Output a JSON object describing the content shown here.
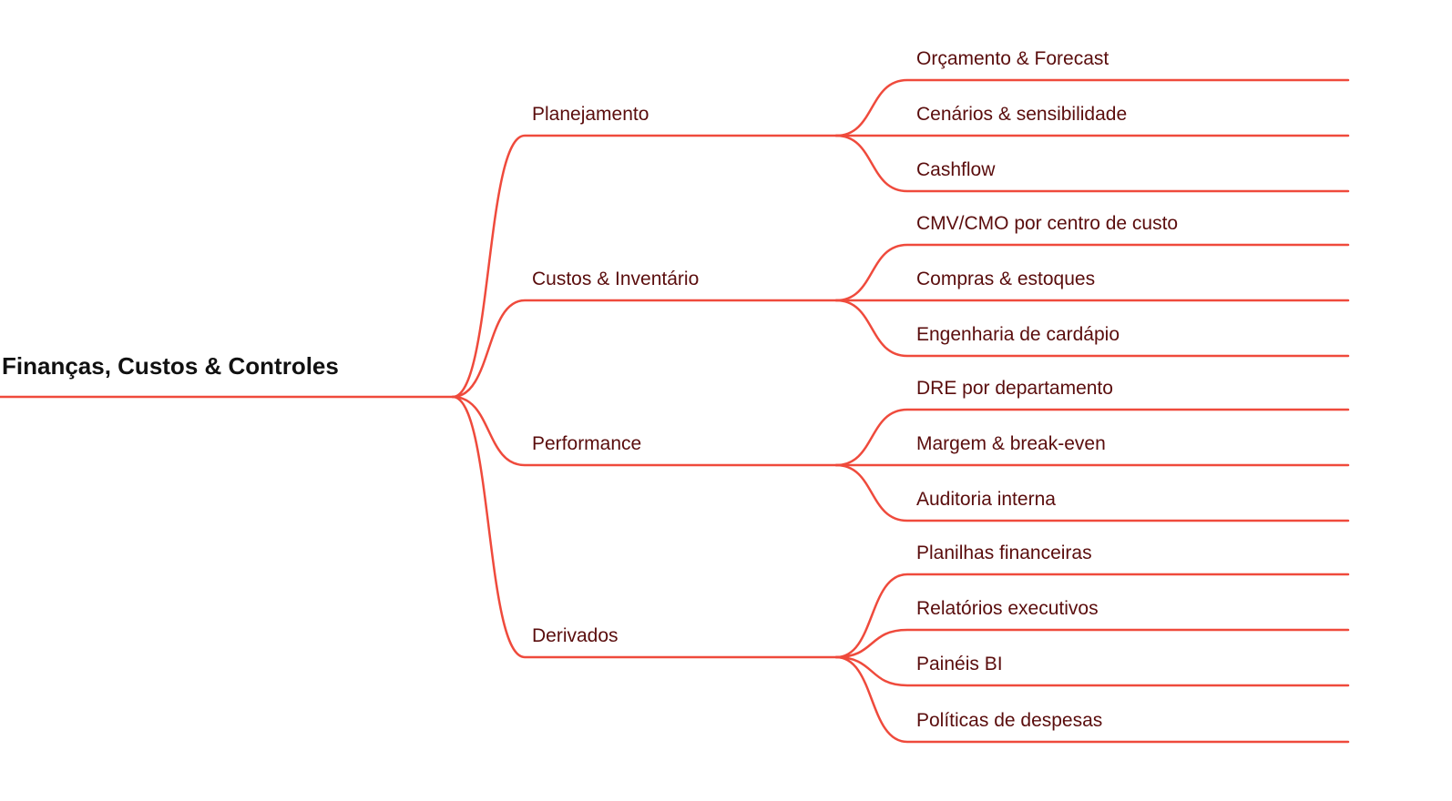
{
  "colors": {
    "connector": "#ef4a3c",
    "root_text": "#111111",
    "node_text": "#5a0d0d",
    "background": "#ffffff"
  },
  "mindmap": {
    "root": {
      "label": "Finanças, Custos & Controles"
    },
    "branches": [
      {
        "label": "Planejamento",
        "children": [
          {
            "label": "Orçamento & Forecast"
          },
          {
            "label": "Cenários & sensibilidade"
          },
          {
            "label": "Cashflow"
          }
        ]
      },
      {
        "label": "Custos & Inventário",
        "children": [
          {
            "label": "CMV/CMO por centro de custo"
          },
          {
            "label": "Compras & estoques"
          },
          {
            "label": "Engenharia de cardápio"
          }
        ]
      },
      {
        "label": "Performance",
        "children": [
          {
            "label": "DRE por departamento"
          },
          {
            "label": "Margem & break-even"
          },
          {
            "label": "Auditoria interna"
          }
        ]
      },
      {
        "label": "Derivados",
        "children": [
          {
            "label": "Planilhas financeiras"
          },
          {
            "label": "Relatórios executivos"
          },
          {
            "label": "Painéis BI"
          },
          {
            "label": "Políticas de despesas"
          }
        ]
      }
    ]
  }
}
